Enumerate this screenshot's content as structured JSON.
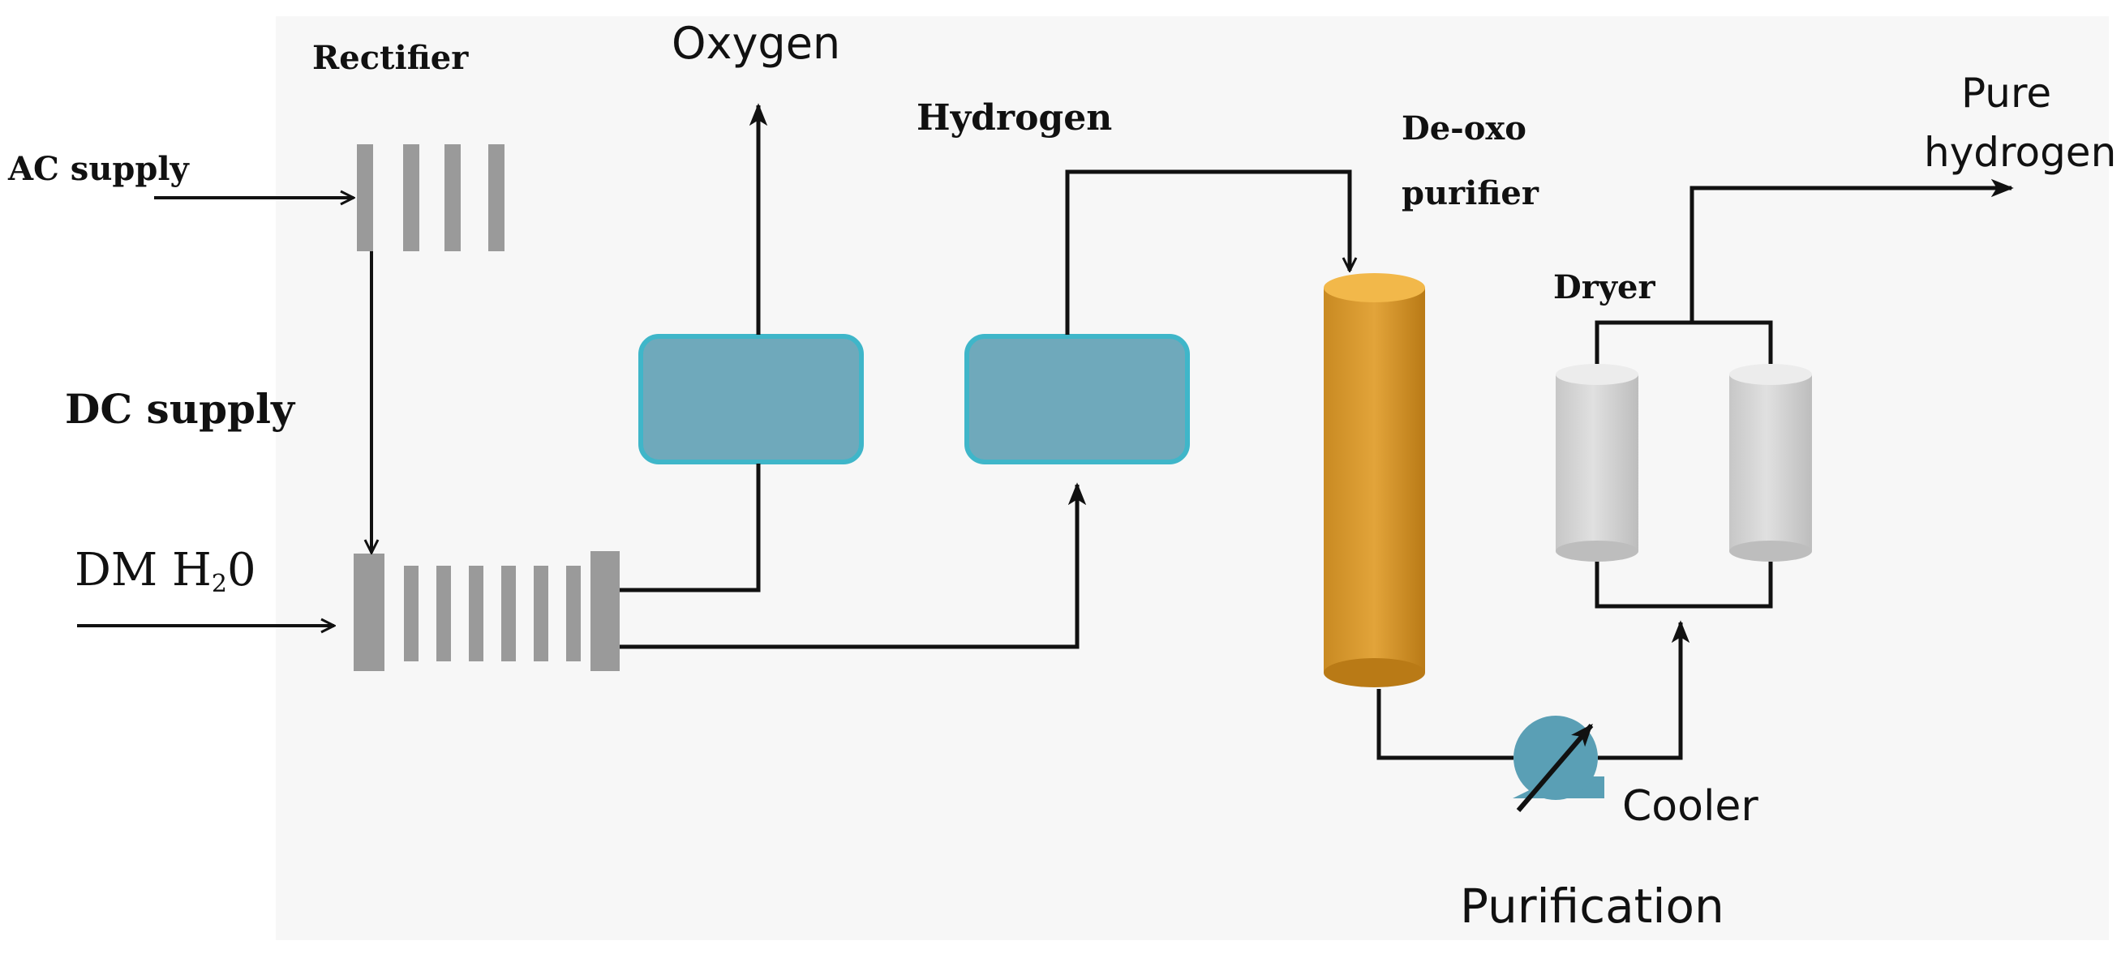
{
  "labels": {
    "rectifier": "Rectifier",
    "ac_supply": "AC supply",
    "dc_supply": "DC supply",
    "dm_water_main": "DM H",
    "dm_water_sub": "2",
    "dm_water_tail": "0",
    "oxygen": "Oxygen",
    "hydrogen": "Hydrogen",
    "deoxo_line1": "De-oxo",
    "deoxo_line2": "purifier",
    "pure_hydrogen_line1": "Pure",
    "pure_hydrogen_line2": "hydrogen",
    "dryer": "Dryer",
    "cooler": "Cooler",
    "purification": "Purification"
  },
  "colors": {
    "background_panel": "#f7f7f7",
    "line": "#111111",
    "plate_gray": "#9a9a9a",
    "separator_fill": "#6fa9bb",
    "separator_border": "#3fb6c9",
    "column_fill": "#d99a2b",
    "column_top": "#f2b84a",
    "dryer_fill": "#d6d6d6",
    "dryer_top": "#ececec",
    "cooler_fill": "#5a9fb5"
  }
}
